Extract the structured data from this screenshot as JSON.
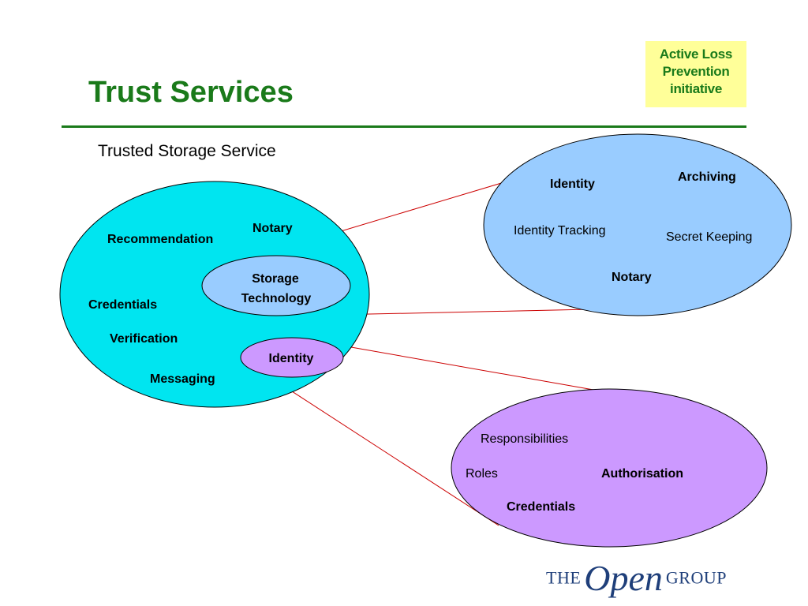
{
  "title": "Trust Services",
  "subtitle": "Trusted Storage Service",
  "badge": {
    "lines": [
      "Active Loss",
      "Prevention",
      "initiative"
    ]
  },
  "main_circle": {
    "labels": {
      "notary": "Notary",
      "recommendation": "Recommendation",
      "credentials": "Credentials",
      "verification": "Verification",
      "messaging": "Messaging"
    },
    "storage_node": [
      "Storage",
      "Technology"
    ],
    "identity_node": "Identity"
  },
  "storage_detail": {
    "identity": "Identity",
    "archiving": "Archiving",
    "identity_tracking": "Identity Tracking",
    "secret_keeping": "Secret Keeping",
    "notary": "Notary"
  },
  "identity_detail": {
    "responsibilities": "Responsibilities",
    "roles": "Roles",
    "authorisation": "Authorisation",
    "credentials": "Credentials"
  },
  "logo": {
    "the": "THE",
    "open": "Open",
    "group": "GROUP"
  },
  "colors": {
    "title_green": "#1a7a1a",
    "cyan": "#00e5f0",
    "light_blue": "#99ccff",
    "lavender": "#cc99ff",
    "connector_red": "#cc0000",
    "badge_yellow": "#ffff99"
  }
}
